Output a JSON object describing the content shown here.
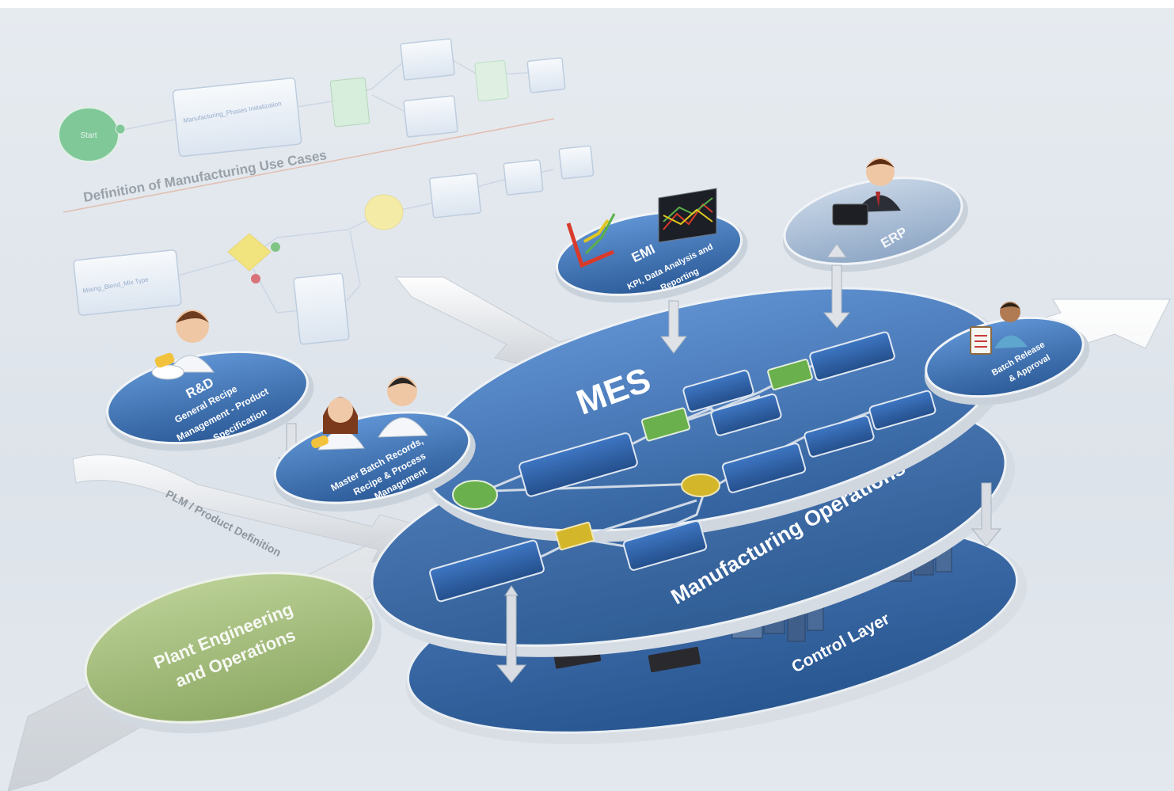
{
  "title_use_cases": "Definition of Manufacturing Use Cases",
  "plm_label": "PLM / Product Definition",
  "mes": {
    "title": "MES"
  },
  "manufacturing_ops": "Manufacturing Operations",
  "control_layer": "Control Layer",
  "plant_engineering": {
    "line1": "Plant Engineering",
    "line2": "and Operations"
  },
  "rnd": {
    "title": "R&D",
    "line1": "General Recipe",
    "line2": "Management - Product",
    "line3": "Specification"
  },
  "master_batch": {
    "line1": "Master Batch Records,",
    "line2": "Recipe & Process",
    "line3": "Management"
  },
  "emi": {
    "title": "EMI",
    "line1": "KPI, Data Analysis and",
    "line2": "Reporting"
  },
  "erp": {
    "title": "ERP"
  },
  "batch_release": {
    "line1": "Batch Release",
    "line2": "& Approval"
  },
  "workflow": {
    "start": "Start",
    "box_manufacturing": "Manufacturing_Phases Initialization",
    "box_mixing": "Mixing_Blend_Mix Type"
  },
  "colors": {
    "mes_blue": "#3f73b0",
    "ops_blue": "#3a6ca8",
    "control_blue": "#3468a3",
    "plant_green": "#a4bd7c",
    "start_green": "#6fc38a",
    "node_green": "#6ab04c",
    "node_yellow": "#d3b62a"
  }
}
